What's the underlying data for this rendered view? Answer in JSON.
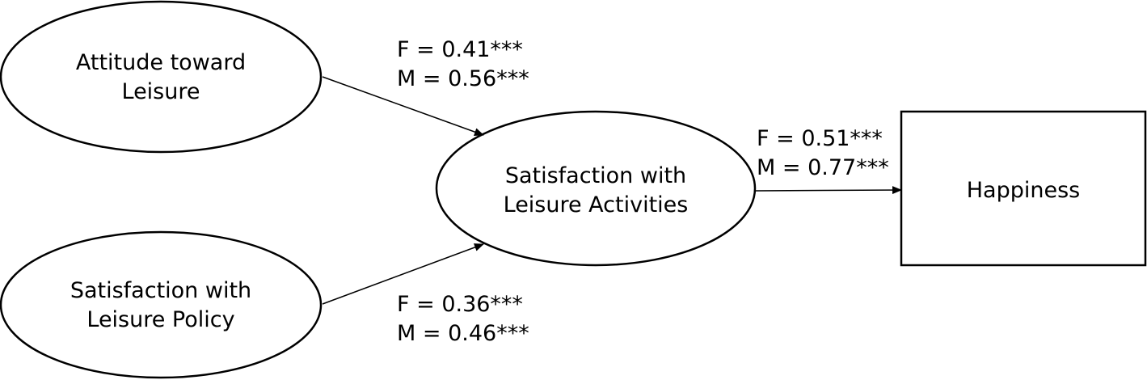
{
  "nodes": {
    "attitude": {
      "line1": "Attitude toward",
      "line2": "Leisure"
    },
    "policy": {
      "line1": "Satisfaction with",
      "line2": "Leisure Policy"
    },
    "activities": {
      "line1": "Satisfaction with",
      "line2": "Leisure Activities"
    },
    "happiness": {
      "label": "Happiness"
    }
  },
  "paths": {
    "attitude_to_activities": {
      "f": "F = 0.41***",
      "m": "M = 0.56***"
    },
    "policy_to_activities": {
      "f": "F = 0.36***",
      "m": "M = 0.46***"
    },
    "activities_to_happiness": {
      "f": "F = 0.51***",
      "m": "M = 0.77***"
    }
  }
}
